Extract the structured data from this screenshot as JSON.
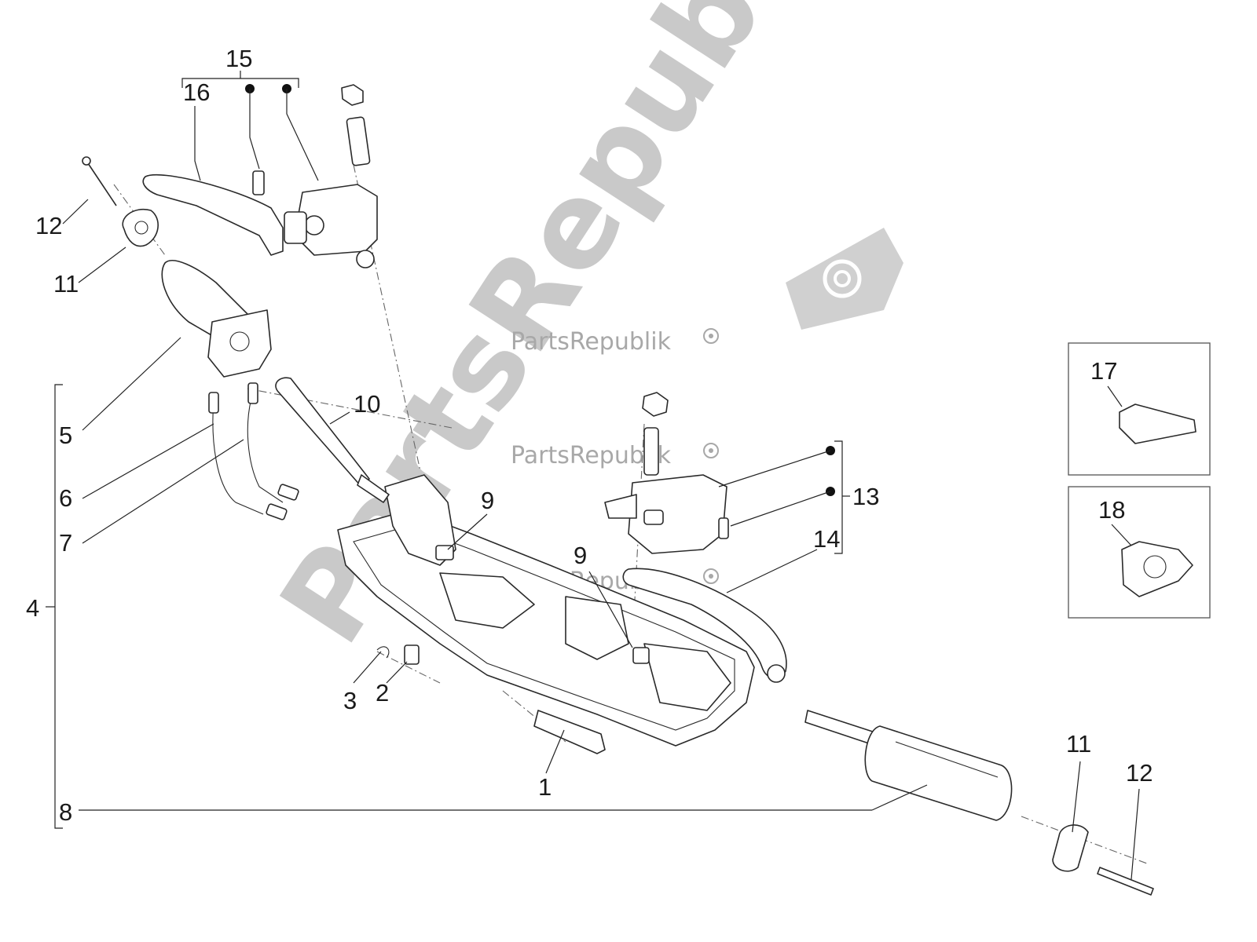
{
  "labels": {
    "l1": "1",
    "l2": "2",
    "l3": "3",
    "l4": "4",
    "l5": "5",
    "l6": "6",
    "l7": "7",
    "l8": "8",
    "l9a": "9",
    "l9b": "9",
    "l10": "10",
    "l11a": "11",
    "l11b": "11",
    "l12a": "12",
    "l12b": "12",
    "l13": "13",
    "l14": "14",
    "l15": "15",
    "l16": "16",
    "l17": "17",
    "l18": "18"
  },
  "watermark": {
    "big": "PartsRepublik",
    "small": "PartsRepublik"
  },
  "icons": [
    "gear-icon",
    "bullet-dot-icon"
  ]
}
